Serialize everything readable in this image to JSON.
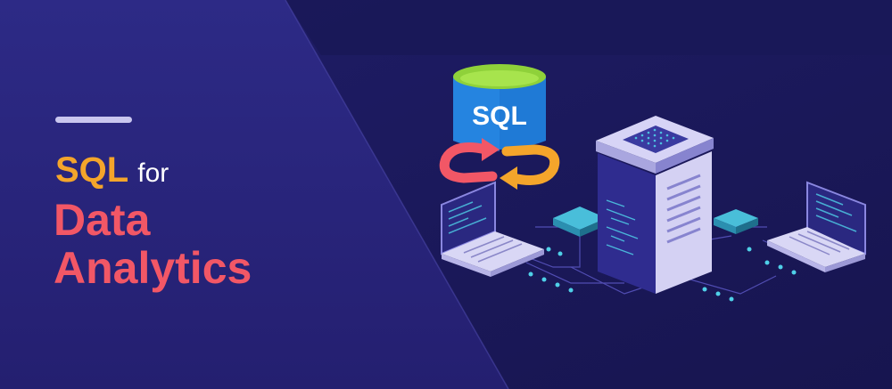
{
  "headline": {
    "sql": "SQL",
    "for": "for",
    "line2": "Data",
    "line3": "Analytics"
  },
  "illustration": {
    "db_label": "SQL"
  },
  "colors": {
    "background": "#1b195c",
    "accent_orange": "#f4a52b",
    "accent_red": "#f25766",
    "cyan": "#4fd0e8",
    "green_top": "#8fd13a",
    "blue_db": "#1f7ad6"
  }
}
